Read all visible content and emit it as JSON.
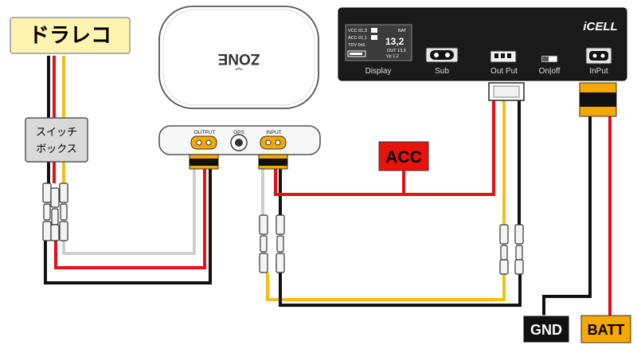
{
  "labels": {
    "dashcam": "ドラレコ",
    "switch_box_line1": "スイッチ",
    "switch_box_line2": "ボックス",
    "acc": "ACC",
    "gnd": "GND",
    "batt": "BATT"
  },
  "zone_module": {
    "logo": "ZONE",
    "output": "OUTPUT",
    "gps": "GPS",
    "input": "INPUT"
  },
  "icell_unit": {
    "brand": "iCELL",
    "display_label": "Display",
    "sub_label": "Sub",
    "outport_label": "Out Put",
    "switch_label": "On|off",
    "input_label": "InPut",
    "screen": {
      "vcc": "VCC 01,3",
      "acc": "ACC 01,1",
      "tdv": "TDV 0x5",
      "bat_label": "BAT",
      "voltage": "13,2",
      "out": "OUT 13,3",
      "vp": "Vp 1,2"
    }
  },
  "colors": {
    "label_yellow": "#fff3b0",
    "acc_red": "#e8140c",
    "wire_red": "#e5111a",
    "wire_yellow": "#f2be1a",
    "wire_black": "#111111",
    "wire_gray": "#cfcfcf",
    "connector_orange": "#f5a800"
  }
}
